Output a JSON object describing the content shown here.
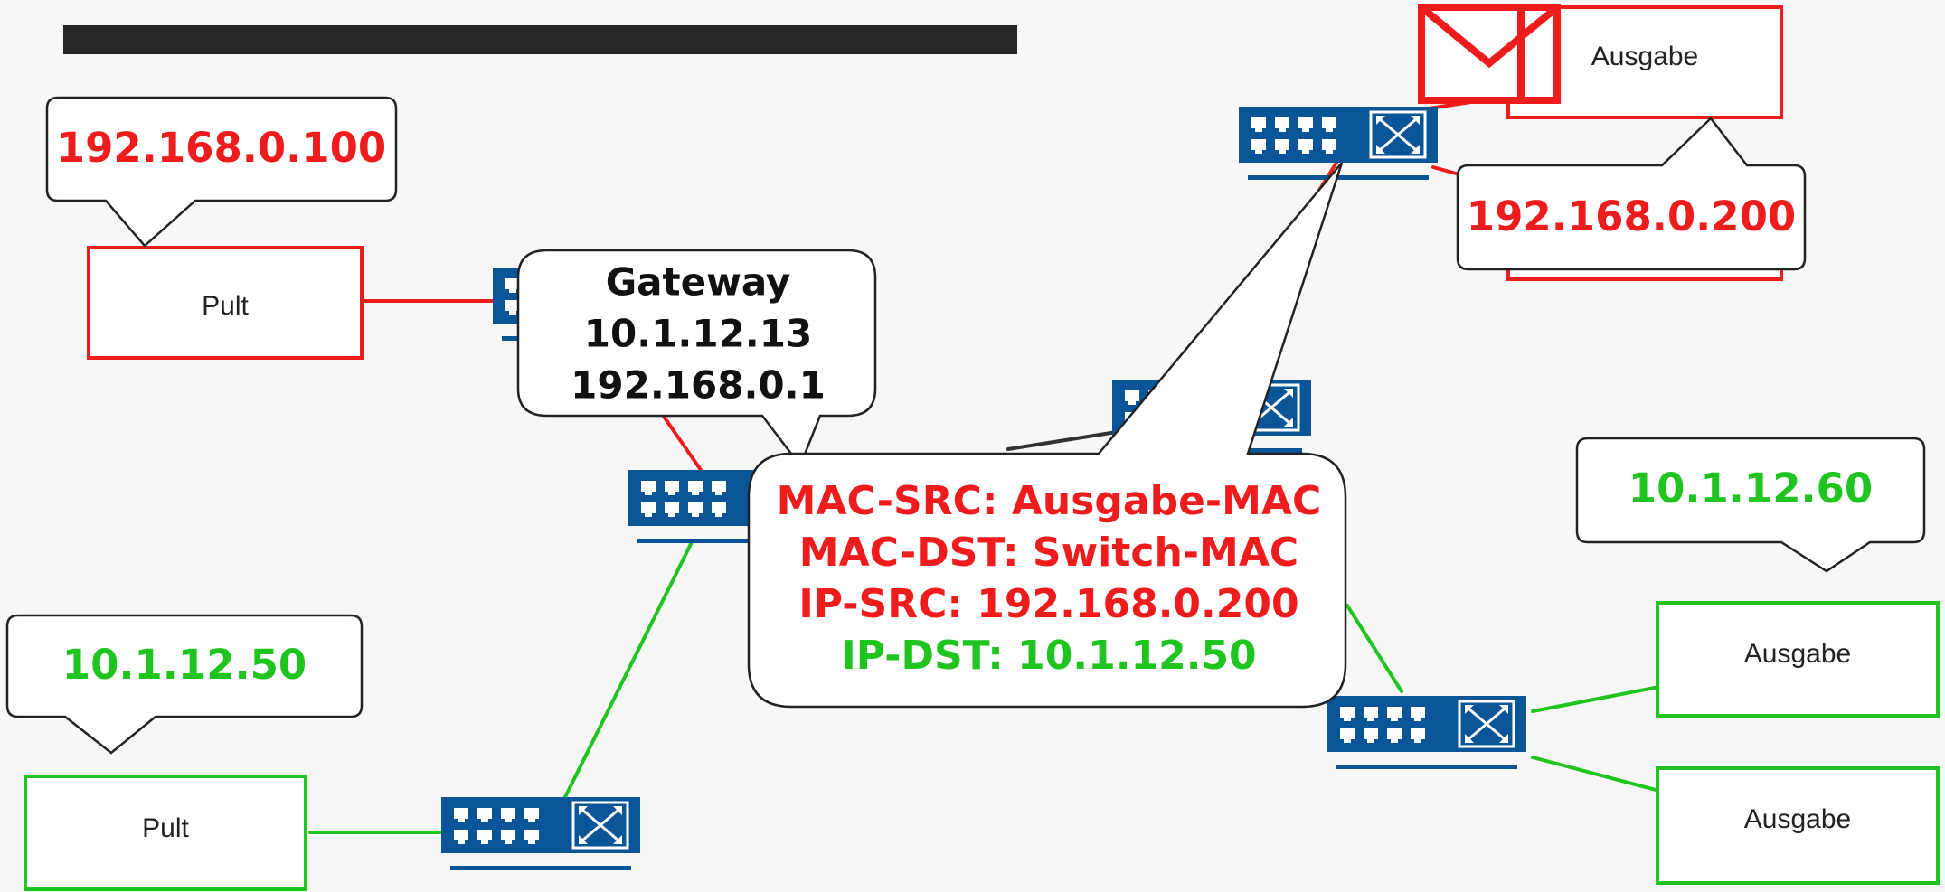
{
  "title_bar": "",
  "colors": {
    "red": "#ee1c1c",
    "green": "#1fc41f",
    "dark_line": "#333333",
    "switch_blue": "#0a5498",
    "callout_border": "#222222",
    "text_dark": "#111111"
  },
  "devices": {
    "pult_red": "Pult",
    "pult_green": "Pult",
    "ausgabe_red": "Ausgabe",
    "ausgabe_green_top": "Ausgabe",
    "ausgabe_green_bottom": "Ausgabe"
  },
  "callouts": {
    "ip_pult_red": "192.168.0.100",
    "ip_ausgabe_red": "192.168.0.200",
    "ip_pult_green": "10.1.12.50",
    "ip_ausgabe_green": "10.1.12.60",
    "gateway": {
      "title": "Gateway",
      "ip_a": "10.1.12.13",
      "ip_b": "192.168.0.1"
    },
    "packet": {
      "mac_src": "MAC-SRC: Ausgabe-MAC",
      "mac_dst": "MAC-DST: Switch-MAC",
      "ip_src": "IP-SRC: 192.168.0.200",
      "ip_dst": "IP-DST: 10.1.12.50"
    }
  },
  "icons": {
    "envelope": "envelope-icon",
    "switch": "network-switch-icon"
  }
}
